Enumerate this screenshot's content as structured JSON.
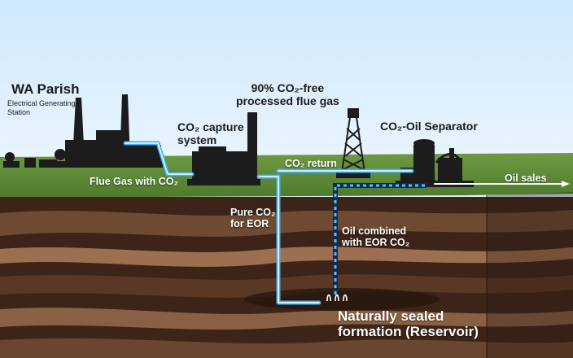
{
  "labels": {
    "plant_title": "WA Parish",
    "plant_subtitle_line1": "Electrical Generating",
    "plant_subtitle_line2": "Station",
    "capture_line1": "CO₂ capture",
    "capture_line2": "system",
    "free_gas_line1": "90% CO₂-free",
    "free_gas_line2": "processed flue gas",
    "separator": "CO₂-Oil Separator",
    "flue_gas": "Flue Gas with CO₂",
    "co2_return": "CO₂ return",
    "oil_sales": "Oil sales",
    "pure_co2_line1": "Pure CO₂",
    "pure_co2_line2": "for EOR",
    "oil_combined_line1": "Oil combined",
    "oil_combined_line2": "with EOR CO₂",
    "reservoir_line1": "Naturally sealed",
    "reservoir_line2": "formation (Reservoir)"
  },
  "colors": {
    "sky": "#dcefff",
    "grass": "#5f8a3a",
    "pipe": "#3fb4f0",
    "earth_dark": "#3d2418",
    "earth_mid": "#6e4a33",
    "earth_light": "#9b6f50",
    "structure": "#1c1c1c"
  }
}
